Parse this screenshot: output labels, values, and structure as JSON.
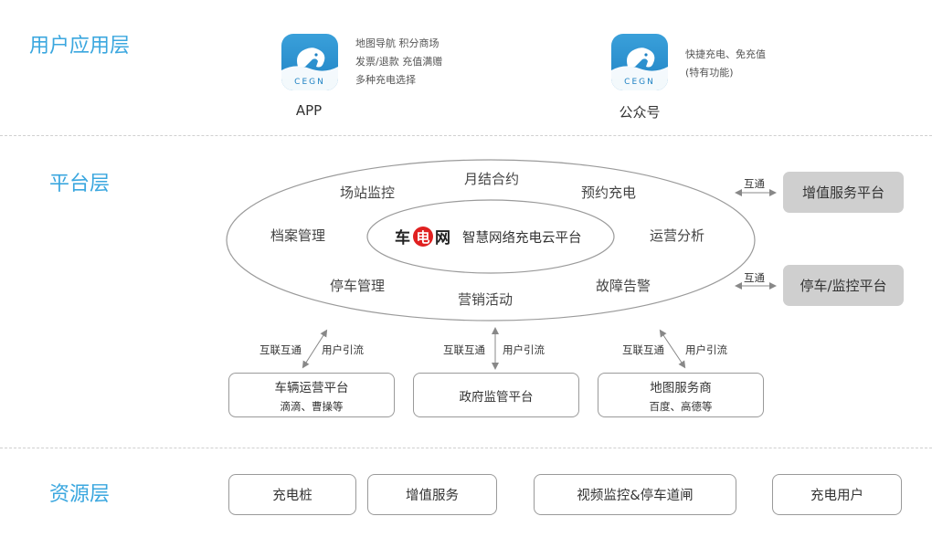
{
  "layers": {
    "user": "用户应用层",
    "platform": "平台层",
    "resource": "资源层"
  },
  "user_apps": [
    {
      "name": "APP",
      "features": [
        "地图导航  积分商场",
        "发票/退款  充值满赠",
        "多种充电选择"
      ],
      "icon": "elephant-logo-icon",
      "logo_text": "CEGN"
    },
    {
      "name": "公众号",
      "features": [
        "快捷充电、免充值",
        "(特有功能)"
      ],
      "icon": "elephant-logo-icon",
      "logo_text": "CEGN"
    }
  ],
  "platform": {
    "brand_left": "车",
    "brand_mid": "电",
    "brand_right": "网",
    "core_name": "智慧网络充电云平台",
    "ring_items": [
      "月结合约",
      "场站监控",
      "预约充电",
      "档案管理",
      "运营分析",
      "停车管理",
      "营销活动",
      "故障告警"
    ],
    "side_link_label": "互通",
    "side_platforms": [
      "增值服务平台",
      "停车/监控平台"
    ]
  },
  "connections": {
    "left_label": "互联互通",
    "right_label": "用户引流"
  },
  "partners": [
    {
      "title": "车辆运营平台",
      "sub": "滴滴、曹操等"
    },
    {
      "title": "政府监管平台",
      "sub": ""
    },
    {
      "title": "地图服务商",
      "sub": "百度、高德等"
    }
  ],
  "resources": [
    "充电桩",
    "增值服务",
    "视频监控&停车道闸",
    "充电用户"
  ],
  "colors": {
    "accent": "#3ba7df",
    "icon_bg": "#2a90d0",
    "brand_red": "#e02020",
    "grey_box": "#cfcfcf"
  }
}
